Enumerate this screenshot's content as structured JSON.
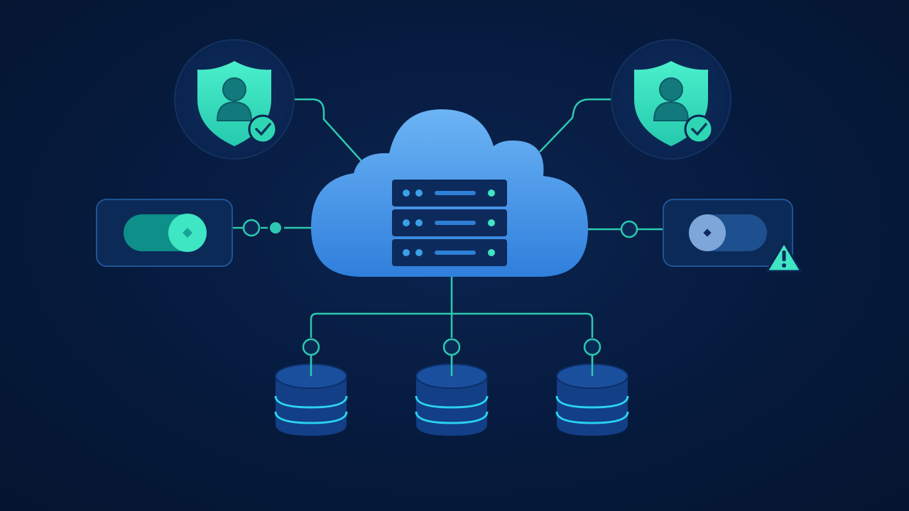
{
  "colors": {
    "background": "#061a3d",
    "connector": "#2dc9b0",
    "shield": "#3ee6c4",
    "cloud": "#4a9ef0",
    "server_panel": "#0d2a5c",
    "database": "#123f86",
    "database_ring": "#2bd2ee",
    "toggle_on": "#0e8f8a",
    "toggle_off": "#1e4f8e",
    "warning": "#3ee6c4"
  },
  "nodes": {
    "cloud": {
      "icon": "cloud-icon"
    },
    "server_stack": {
      "icon": "server-rack-icon",
      "units": 3
    },
    "identities": [
      {
        "id": "identity-left",
        "icon": "user-shield-icon",
        "badge": "checkmark-badge-icon",
        "status": "verified"
      },
      {
        "id": "identity-right",
        "icon": "user-shield-icon",
        "badge": "checkmark-badge-icon",
        "status": "verified"
      }
    ],
    "toggles": [
      {
        "id": "toggle-left",
        "state": "on"
      },
      {
        "id": "toggle-right",
        "state": "off",
        "alert": "warning-triangle-icon"
      }
    ],
    "databases": [
      {
        "id": "database-1",
        "icon": "database-icon"
      },
      {
        "id": "database-2",
        "icon": "database-icon"
      },
      {
        "id": "database-3",
        "icon": "database-icon"
      }
    ]
  },
  "edges": [
    {
      "from": "identity-left",
      "to": "cloud"
    },
    {
      "from": "identity-right",
      "to": "cloud"
    },
    {
      "from": "toggle-left",
      "to": "cloud"
    },
    {
      "from": "toggle-right",
      "to": "cloud"
    },
    {
      "from": "cloud",
      "to": "database-1"
    },
    {
      "from": "cloud",
      "to": "database-2"
    },
    {
      "from": "cloud",
      "to": "database-3"
    }
  ]
}
